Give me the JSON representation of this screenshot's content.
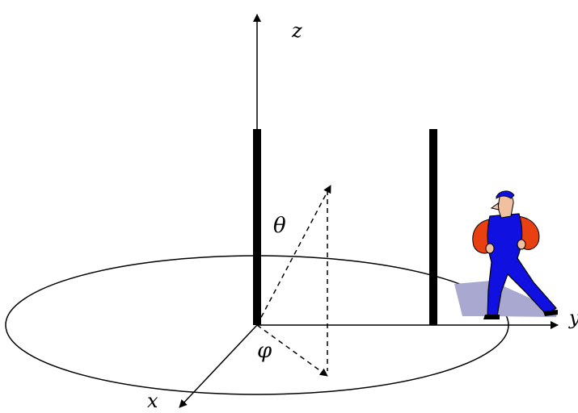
{
  "labels": {
    "z_axis": "z",
    "y_axis": "y",
    "x_axis": "x",
    "theta": "θ",
    "phi": "φ"
  },
  "colors": {
    "ink": "#000000",
    "figure_body": "#1010e0",
    "figure_arms": "#e84010",
    "figure_skin": "#f0c0a0",
    "figure_shadow": "#a8a8d0"
  },
  "figure": {
    "icon": "person-standing-icon"
  }
}
